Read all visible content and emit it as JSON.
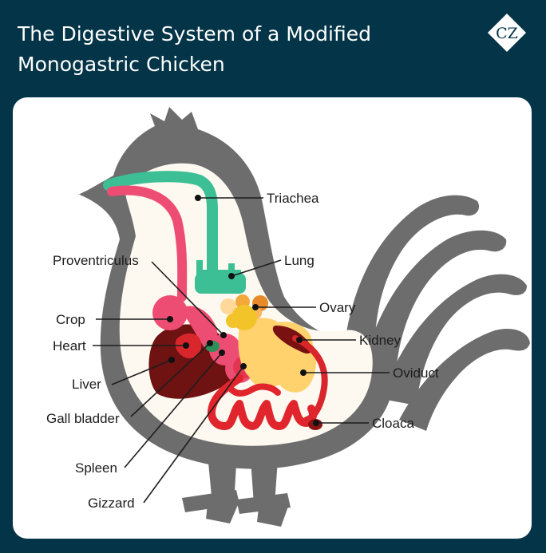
{
  "title": "The Digestive System of a Modified Monogastric Chicken",
  "logo": {
    "icon": "cz-diamond-logo",
    "text": "CZ"
  },
  "labels": {
    "triachea": "Triachea",
    "lung": "Lung",
    "proventriculus": "Proventriculus",
    "ovary": "Ovary",
    "crop": "Crop",
    "kidney": "Kidney",
    "heart": "Heart",
    "oviduct": "Oviduct",
    "liver": "Liver",
    "gall_bladder": "Gall bladder",
    "cloaca": "Cloaca",
    "spleen": "Spleen",
    "gizzard": "Gizzard"
  },
  "colors": {
    "background": "#033447",
    "panel": "#ffffff",
    "body": "#6d6d6d",
    "body_inner": "#fdf9f0",
    "trachea": "#3dbf96",
    "esophagus": "#ee4d73",
    "liver": "#6e1212",
    "intestine": "#e0262c",
    "ovary": "#f2c42a",
    "fat": "#ffd26e",
    "kidney": "#7a1111"
  }
}
